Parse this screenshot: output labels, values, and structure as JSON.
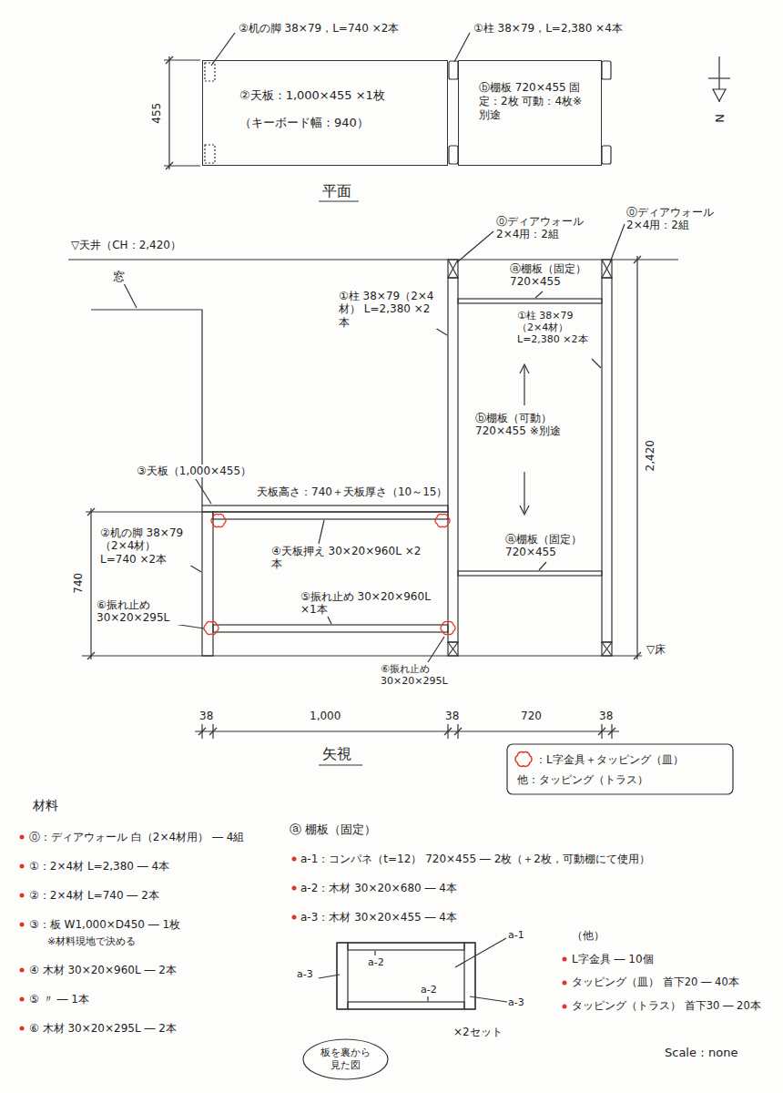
{
  "diagram": {
    "nodes": [
      {
        "text": [
          "②天板：1,000×455 ×1枚",
          "（キーボード幅：940）"
        ]
      },
      {
        "text": [
          "ⓑ棚板 720×455 固定：2枚 可動：4枚※別途"
        ]
      },
      {
        "text": [
          "板を裏から見た図"
        ]
      }
    ],
    "labels": [
      "②机の脚 38×79，L=740 ×2本",
      "①柱 38×79，L=2,380 ×4本",
      "455",
      "N",
      "平面",
      "▽天井（CH：2,420）",
      "窓",
      "⓪ディアウォール 2×4用：2組",
      "⓪ディアウォール 2×4用：2組",
      "ⓐ棚板（固定） 720×455",
      "①柱 38×79（2×4材） L=2,380 ×2本",
      "①柱 38×79（2×4材） L=2,380 ×2本",
      "ⓑ棚板（可動） 720×455 ※別途",
      "③天板（1,000×455）",
      "天板高さ：740＋天板厚さ（10～15）",
      "②机の脚 38×79（2×4材） L=740 ×2本",
      "④天板押え 30×20×960L ×2本",
      "ⓐ棚板（固定） 720×455",
      "740",
      "⑥振れ止め 30×20×295L",
      "⑤振れ止め 30×20×960L ×1本",
      "2,420",
      "▽床",
      "⑥振れ止め 30×20×295L",
      "38",
      "1,000",
      "38",
      "720",
      "38",
      "矢視",
      "材料",
      "⓪：ディアウォール 白（2×4材用） ― 4組",
      "①：2×4材 L=2,380 ― 4本",
      "②：2×4材 L=740 ― 2本",
      "③：板 W1,000×D450 ― 1枚",
      "※材料現地で決める",
      "④ 木材 30×20×960L ― 2本",
      "⑤ 〃 ― 1本",
      "⑥ 木材 30×20×295L ― 2本",
      "ⓐ 棚板（固定）",
      "a-1：コンパネ（t=12） 720×455 ― 2枚（＋2枚，可動棚にて使用）",
      "a-2：木材 30×20×680 ― 4本",
      "a-3：木材 30×20×455 ― 4本",
      "a-1",
      "a-2",
      "a-2",
      "a-3",
      "a-3",
      "×2セット",
      "（他）",
      "L字金具 ― 10個",
      "タッピング（皿） 首下20 ― 40本",
      "タッピング（トラス） 首下30 ― 20本",
      "Scale：none"
    ],
    "legend": [
      {
        "text": "：L字金具＋タッピング（皿）"
      },
      {
        "text": "他：タッピング（トラス）"
      }
    ]
  }
}
